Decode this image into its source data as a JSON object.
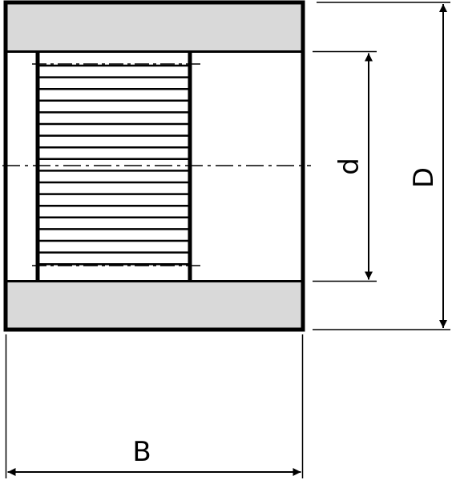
{
  "dimensions": {
    "outer_diameter": "D",
    "inner_diameter": "d",
    "width": "B"
  },
  "colors": {
    "outline": "#000000",
    "shaded_section": "#d9d9d9",
    "background": "#ffffff"
  }
}
